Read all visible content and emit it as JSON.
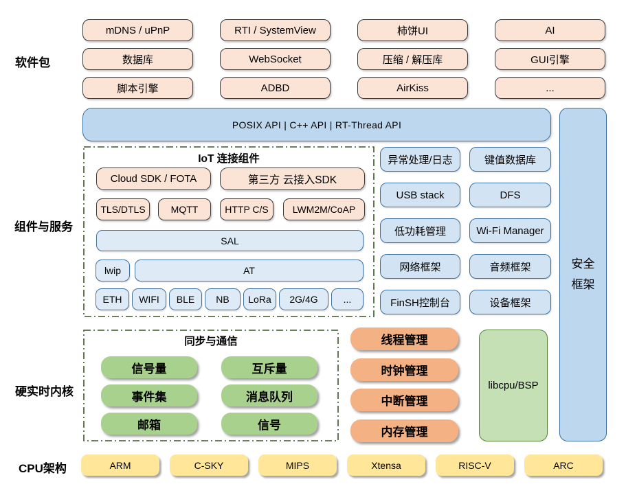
{
  "colors": {
    "peach_fill": "#FBE3D5",
    "peach_border": "#3A3A3A",
    "api_bar_fill": "#BDD7EE",
    "services_fill": "#D2E3F3",
    "iot_inner_blue_fill": "#DEEBF7",
    "blue_border": "#41719C",
    "green_pill_fill": "#A9D18E",
    "orange_pill_fill": "#F4B183",
    "libcpu_fill": "#C5E0B4",
    "libcpu_border": "#538135",
    "yellow_fill": "#FFE699",
    "dashed_border": "#385723"
  },
  "left_labels": {
    "software": "软件包",
    "components": "组件与服务",
    "kernel": "硬实时内核",
    "cpu": "CPU架构"
  },
  "software_packages": {
    "rows": [
      [
        "mDNS / uPnP",
        "RTI / SystemView",
        "柿饼UI",
        "AI"
      ],
      [
        "数据库",
        "WebSocket",
        "压缩 / 解压库",
        "GUI引擎"
      ],
      [
        "脚本引擎",
        "ADBD",
        "AirKiss",
        "..."
      ]
    ]
  },
  "api_bar": {
    "label": "POSIX API  |  C++ API  |  RT-Thread API"
  },
  "security_box": {
    "line1": "安全",
    "line2": "框架"
  },
  "iot": {
    "title": "IoT 连接组件",
    "sdk_row": [
      "Cloud SDK / FOTA",
      "第三方 云接入SDK"
    ],
    "protocol_row": [
      "TLS/DTLS",
      "MQTT",
      "HTTP C/S",
      "LWM2M/CoAP"
    ],
    "sal": "SAL",
    "lwip": "lwip",
    "at": "AT",
    "link_row": [
      "ETH",
      "WIFI",
      "BLE",
      "NB",
      "LoRa",
      "2G/4G",
      "..."
    ]
  },
  "services": [
    "异常处理/日志",
    "键值数据库",
    "USB stack",
    "DFS",
    "低功耗管理",
    "Wi-Fi Manager",
    "网络框架",
    "音频框架",
    "FinSH控制台",
    "设备框架"
  ],
  "sync": {
    "title": "同步与通信",
    "items": [
      "信号量",
      "互斥量",
      "事件集",
      "消息队列",
      "邮箱",
      "信号"
    ]
  },
  "management": [
    "线程管理",
    "时钟管理",
    "中断管理",
    "内存管理"
  ],
  "libcpu": {
    "label": "libcpu/BSP"
  },
  "cpu_archs": [
    "ARM",
    "C-SKY",
    "MIPS",
    "Xtensa",
    "RISC-V",
    "ARC"
  ]
}
